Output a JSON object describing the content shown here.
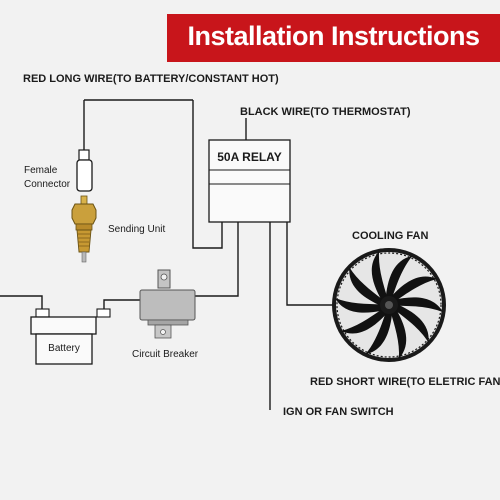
{
  "header": {
    "title": "Installation Instructions"
  },
  "wires": {
    "red_long": "RED LONG WIRE(TO BATTERY/CONSTANT HOT)",
    "black": "BLACK WIRE(TO THERMOSTAT)",
    "red_short": "RED SHORT WIRE(TO ELETRIC FAN)",
    "ign_switch": "IGN OR FAN SWITCH"
  },
  "components": {
    "relay": "50A RELAY",
    "female_connector": "Female\nConnector",
    "sending_unit": "Sending Unit",
    "battery": "Battery",
    "circuit_breaker": "Circuit Breaker",
    "cooling_fan": "COOLING FAN"
  },
  "colors": {
    "banner": "#c8151b",
    "background": "#f2f2f2",
    "wire": "#1b1b1b"
  }
}
